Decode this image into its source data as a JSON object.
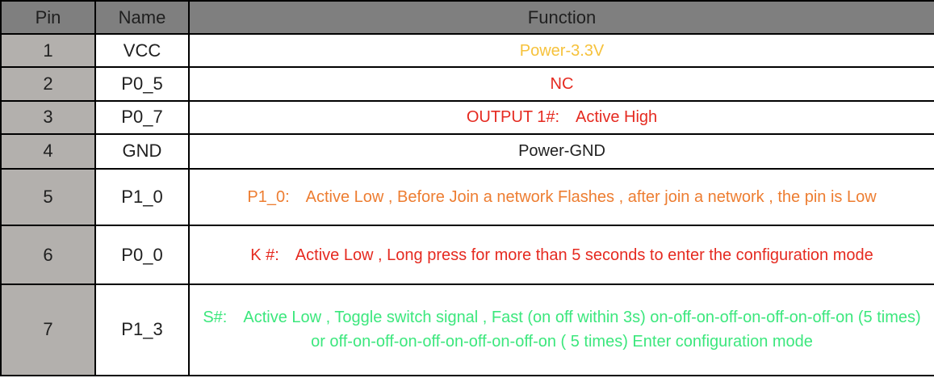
{
  "colors": {
    "header_bg": "#7f7f7f",
    "pin_column_bg": "#b3b0ad",
    "border": "#000000",
    "text_default": "#1f1f1f",
    "status_gold": "#f6c23c",
    "status_red": "#e52a20",
    "status_orange": "#ed7d31",
    "status_green": "#3ce77d"
  },
  "table": {
    "columns": [
      {
        "key": "pin",
        "label": "Pin"
      },
      {
        "key": "name",
        "label": "Name"
      },
      {
        "key": "function",
        "label": "Function"
      }
    ],
    "rows": [
      {
        "pin": "1",
        "name": "VCC",
        "function": "Power-3.3V",
        "function_color": "#f6c23c"
      },
      {
        "pin": "2",
        "name": "P0_5",
        "function": "NC",
        "function_color": "#e52a20"
      },
      {
        "pin": "3",
        "name": "P0_7",
        "function": "OUTPUT 1#: Active High",
        "function_color": "#e52a20"
      },
      {
        "pin": "4",
        "name": "GND",
        "function": "Power-GND",
        "function_color": "#1f1f1f"
      },
      {
        "pin": "5",
        "name": "P1_0",
        "function": "P1_0: Active Low , Before Join a network Flashes , after join a network , the pin is Low",
        "function_color": "#ed7d31"
      },
      {
        "pin": "6",
        "name": "P0_0",
        "function": "K #: Active Low , Long press for more than 5 seconds to enter the configuration mode",
        "function_color": "#e52a20"
      },
      {
        "pin": "7",
        "name": "P1_3",
        "function": "S#: Active Low , Toggle switch signal , Fast (on off within 3s) on-off-on-off-on-off-on-off-on (5 times) or off-on-off-on-off-on-off-on-off-on ( 5 times) Enter configuration mode",
        "function_color": "#3ce77d"
      }
    ]
  }
}
